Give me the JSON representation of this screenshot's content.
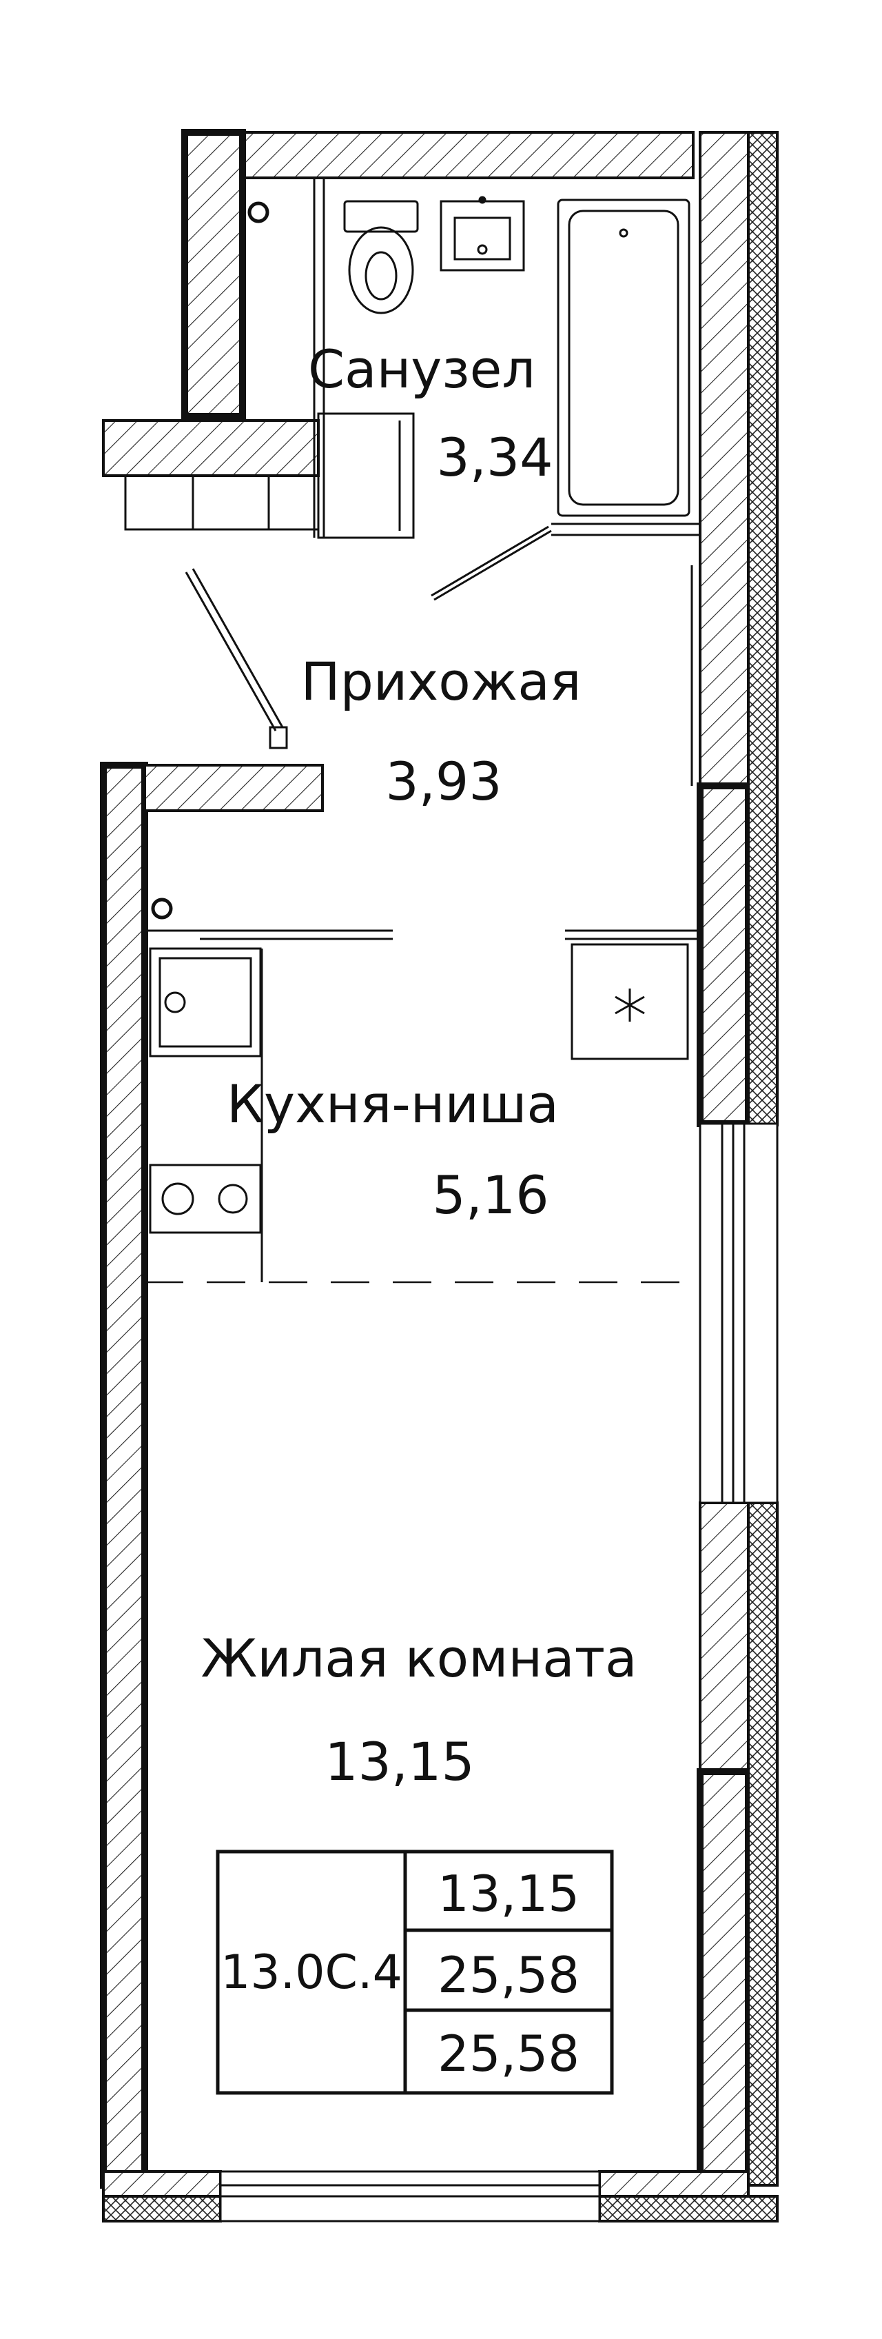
{
  "rooms": {
    "bathroom": {
      "name": "Санузел",
      "area": "3,34"
    },
    "hallway": {
      "name": "Прихожая",
      "area": "3,93"
    },
    "kitchen": {
      "name": "Кухня-ниша",
      "area": "5,16"
    },
    "living": {
      "name": "Жилая комната",
      "area": "13,15"
    }
  },
  "summary": {
    "unit_code": "13.0С.4",
    "living_area": "13,15",
    "total_area": "25,58",
    "total_area_with_balcony": "25,58"
  },
  "colors": {
    "line": "#111111",
    "background": "#ffffff"
  }
}
